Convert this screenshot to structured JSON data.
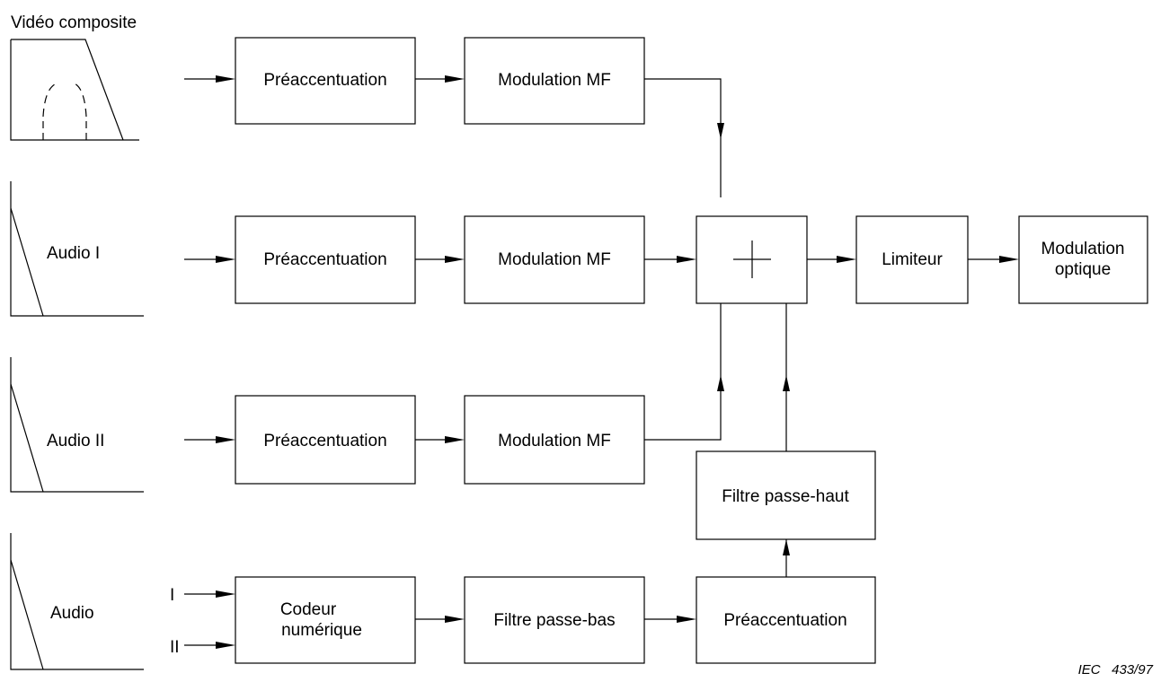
{
  "signals": {
    "video": "Vidéo composite",
    "audio1": "Audio I",
    "audio2": "Audio II",
    "audio": "Audio",
    "input_i": "I",
    "input_ii": "II"
  },
  "blocks": {
    "preemph_video": "Préaccentuation",
    "fm_video": "Modulation MF",
    "preemph_audio1": "Préaccentuation",
    "fm_audio1": "Modulation MF",
    "preemph_audio2": "Préaccentuation",
    "fm_audio2": "Modulation MF",
    "coder_line1": "Codeur",
    "coder_line2": "numérique",
    "lowpass": "Filtre passe-bas",
    "preemph_digital": "Préaccentuation",
    "highpass": "Filtre passe-haut",
    "limiter": "Limiteur",
    "optical_line1": "Modulation",
    "optical_line2": "optique"
  },
  "reference": "IEC   433/97"
}
